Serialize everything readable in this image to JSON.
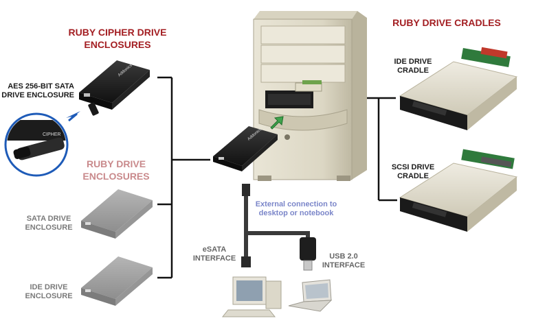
{
  "headings": {
    "cipher_line1": "RUBY CIPHER DRIVE",
    "cipher_line2": "ENCLOSURES",
    "ruby_line1": "RUBY DRIVE",
    "ruby_line2": "ENCLOSURES",
    "cradles": "RUBY DRIVE CRADLES"
  },
  "labels": {
    "aes_line1": "AES 256-BIT SATA",
    "aes_line2": "DRIVE ENCLOSURE",
    "sata_line1": "SATA DRIVE",
    "sata_line2": "ENCLOSURE",
    "ide_line1": "IDE DRIVE",
    "ide_line2": "ENCLOSURE",
    "ide_cradle_line1": "IDE DRIVE",
    "ide_cradle_line2": "CRADLE",
    "scsi_cradle_line1": "SCSI DRIVE",
    "scsi_cradle_line2": "CRADLE",
    "external_line1": "External connection to",
    "external_line2": "desktop or notebook",
    "esata_line1": "eSATA",
    "esata_line2": "INTERFACE",
    "usb_line1": "USB 2.0",
    "usb_line2": "INTERFACE"
  },
  "enclosure_brand": "Addonics",
  "colors": {
    "heading_red": "#a31e22",
    "heading_pink": "#c98a8c",
    "connector_blue": "#7b86c9",
    "key_blue": "#1e5bb8",
    "arrow_green": "#3fa34d"
  }
}
